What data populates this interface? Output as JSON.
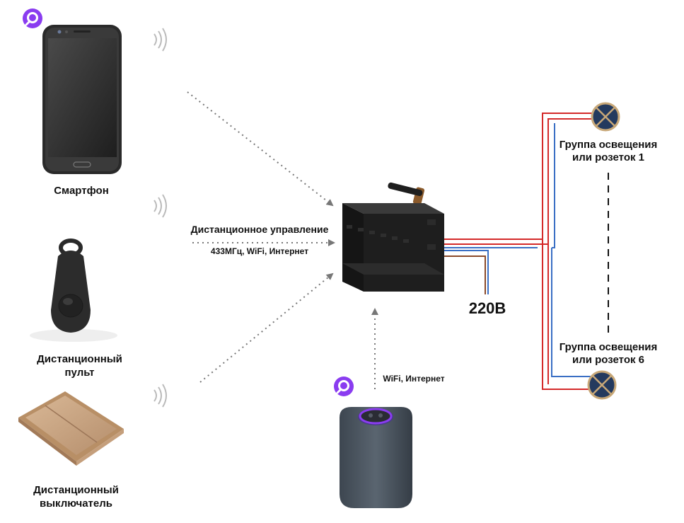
{
  "devices": {
    "smartphone": "Смартфон",
    "remote_line1": "Дистанционный",
    "remote_line2": "пульт",
    "switch_line1": "Дистанционный",
    "switch_line2": "выключатель"
  },
  "links": {
    "remote_control": "Дистанционное управление",
    "protocols": "433МГц, WiFi, Интернет",
    "speaker_link": "WiFi, Интернет"
  },
  "power": {
    "voltage": "220В"
  },
  "lamps": {
    "group1_line1": "Группа освещения",
    "group1_line2": "или розеток 1",
    "group6_line1": "Группа освещения",
    "group6_line2": "или розеток 6"
  },
  "colors": {
    "wire_phase": "#d42a2a",
    "wire_neutral": "#3a6fc4",
    "wire_input": "#8a4a2a",
    "assistant": "#8a3cf0",
    "lamp": "#243a5e",
    "lamp_rim": "#c8a878"
  },
  "icons": {
    "assistant": "assistant-logo-icon",
    "signal": "wifi-signal-icon",
    "lamp": "lamp-icon"
  }
}
